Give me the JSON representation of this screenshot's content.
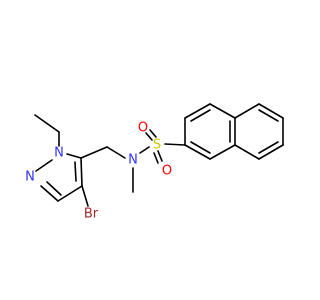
{
  "atoms": {
    "n1": {
      "label": "N",
      "color": "#3333ff"
    },
    "n2": {
      "label": "N",
      "color": "#3333ff"
    },
    "n_sulfonamide": {
      "label": "N",
      "color": "#3333ff"
    },
    "s": {
      "label": "S",
      "color": "#cccc00"
    },
    "o_top": {
      "label": "O",
      "color": "#ff0000"
    },
    "o_bottom": {
      "label": "O",
      "color": "#ff0000"
    },
    "br": {
      "label": "Br",
      "color": "#a52a2a"
    }
  }
}
